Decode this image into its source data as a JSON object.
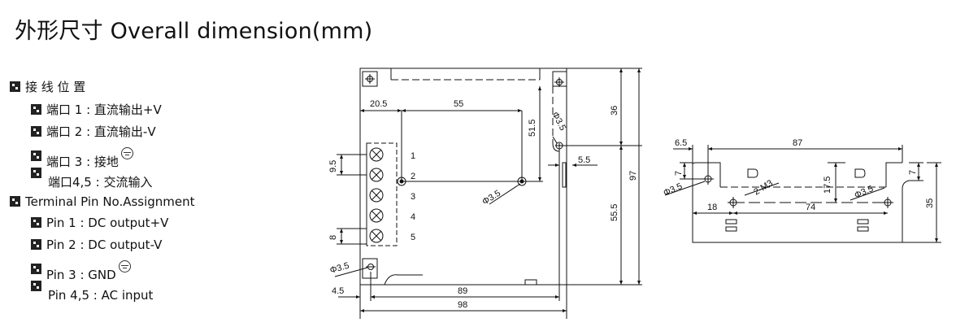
{
  "title": "外形尺寸 Overall dimension(mm)",
  "legend": {
    "cn_header": "接 线 位 置",
    "cn_pins": [
      {
        "port": "端口  1",
        "desc": "直流输出+V"
      },
      {
        "port": "端口  2",
        "desc": "直流输出-V"
      },
      {
        "port": "端口  3",
        "desc": "接地"
      },
      {
        "port": "端口4,5",
        "desc": "交流输入"
      }
    ],
    "en_header": "Terminal Pin No.Assignment",
    "en_pins": [
      {
        "port": "Pin   1",
        "desc": "DC output+V"
      },
      {
        "port": "Pin   2",
        "desc": "DC output-V"
      },
      {
        "port": "Pin   3",
        "desc": "GND"
      },
      {
        "port": "Pin  4,5",
        "desc": "AC input"
      }
    ],
    "separator": " : "
  },
  "front_view": {
    "terminal_numbers": [
      "1",
      "2",
      "3",
      "4",
      "5"
    ],
    "dims": {
      "d_20_5": "20.5",
      "d_55": "55",
      "d_51_5": "51.5",
      "d_36": "36",
      "d_97": "97",
      "d_55_5": "55.5",
      "d_5_5": "5.5",
      "d_9_5": "9.5",
      "d_8": "8",
      "d_4_5": "4.5",
      "d_89": "89",
      "d_98": "98",
      "hole_a": "Φ3.5",
      "hole_b": "Φ3.5",
      "hole_c": "Φ3.5"
    }
  },
  "side_view": {
    "dims": {
      "d_6_5": "6.5",
      "d_87": "87",
      "d_7_left": "7",
      "d_7_right": "7",
      "d_17_5": "17.5",
      "d_18": "18",
      "d_74": "74",
      "d_35": "35",
      "screw": "2-M3",
      "hole_left": "Φ3.5",
      "hole_right": "Φ3.5"
    }
  }
}
